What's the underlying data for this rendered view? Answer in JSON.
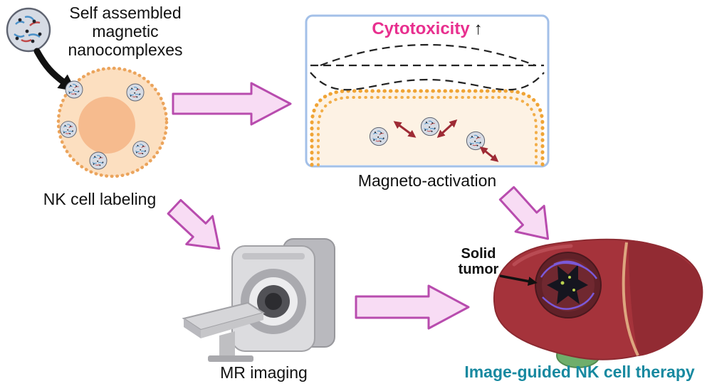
{
  "labels": {
    "nanocomplexes": "Self assembled magnetic nanocomplexes",
    "nk_cell_labeling": "NK cell labeling",
    "cytotoxicity": "Cytotoxicity",
    "cytotoxicity_arrow": "↑",
    "magneto_activation": "Magneto-activation",
    "solid_tumor": "Solid tumor",
    "mr_imaging": "MR imaging",
    "image_guided": "Image-guided NK cell therapy"
  },
  "colors": {
    "pink_arrow_fill": "#f8dcf4",
    "pink_arrow_stroke": "#b84cae",
    "cytotoxicity_text": "#e8308f",
    "image_guided_text": "#1789a0",
    "membrane_orange": "#f0a435",
    "cell_fill": "#fcdfc0",
    "cell_stroke": "#eba45c",
    "nucleus_fill": "#f6bb8e",
    "liver_red": "#a5333b",
    "box_border": "#a3c0e8",
    "red_motion_arrow": "#9e2b35"
  },
  "icons": {
    "nanocomplex-icon": "gray sphere with dark specks and red/blue polymer strands",
    "up-arrow-icon": "↑",
    "block-arrow-icon": "pink outlined block arrow"
  }
}
